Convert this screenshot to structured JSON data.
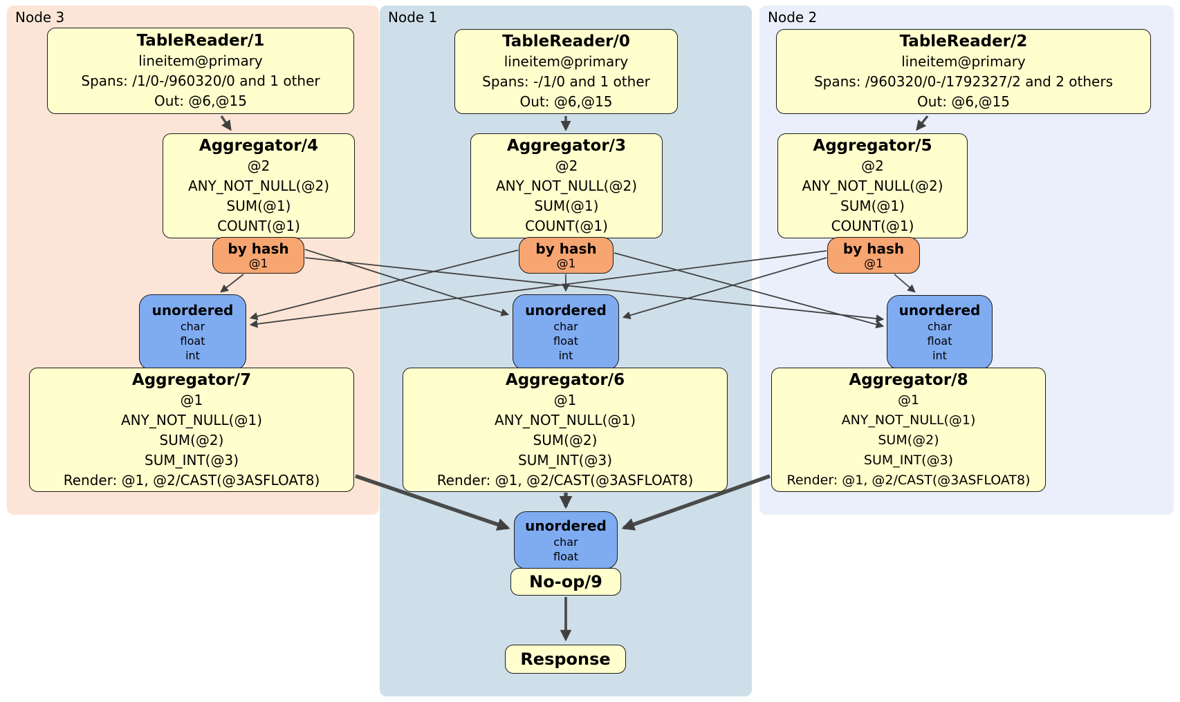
{
  "panels": {
    "node3": {
      "label": "Node 3"
    },
    "node1": {
      "label": "Node 1"
    },
    "node2": {
      "label": "Node 2"
    }
  },
  "boxes": {
    "tableReader1": {
      "title": "TableReader/1",
      "lines": [
        "lineitem@primary",
        "Spans: /1/0-/960320/0 and 1 other",
        "Out: @6,@15"
      ]
    },
    "tableReader0": {
      "title": "TableReader/0",
      "lines": [
        "lineitem@primary",
        "Spans: -/1/0 and 1 other",
        "Out: @6,@15"
      ]
    },
    "tableReader2": {
      "title": "TableReader/2",
      "lines": [
        "lineitem@primary",
        "Spans: /960320/0-/1792327/2 and 2 others",
        "Out: @6,@15"
      ]
    },
    "aggregator4": {
      "title": "Aggregator/4",
      "lines": [
        "@2",
        "ANY_NOT_NULL(@2)",
        "SUM(@1)",
        "COUNT(@1)"
      ]
    },
    "aggregator3": {
      "title": "Aggregator/3",
      "lines": [
        "@2",
        "ANY_NOT_NULL(@2)",
        "SUM(@1)",
        "COUNT(@1)"
      ]
    },
    "aggregator5": {
      "title": "Aggregator/5",
      "lines": [
        "@2",
        "ANY_NOT_NULL(@2)",
        "SUM(@1)",
        "COUNT(@1)"
      ]
    },
    "hashRouter3": {
      "title": "by hash",
      "lines": [
        "@1"
      ]
    },
    "hashRouter1": {
      "title": "by hash",
      "lines": [
        "@1"
      ]
    },
    "hashRouter2": {
      "title": "by hash",
      "lines": [
        "@1"
      ]
    },
    "sync3": {
      "title": "unordered",
      "lines": [
        "char",
        "float",
        "int"
      ]
    },
    "sync1": {
      "title": "unordered",
      "lines": [
        "char",
        "float",
        "int"
      ]
    },
    "sync2": {
      "title": "unordered",
      "lines": [
        "char",
        "float",
        "int"
      ]
    },
    "aggregator7": {
      "title": "Aggregator/7",
      "lines": [
        "@1",
        "ANY_NOT_NULL(@1)",
        "SUM(@2)",
        "SUM_INT(@3)",
        "Render: @1, @2/CAST(@3ASFLOAT8)"
      ]
    },
    "aggregator6": {
      "title": "Aggregator/6",
      "lines": [
        "@1",
        "ANY_NOT_NULL(@1)",
        "SUM(@2)",
        "SUM_INT(@3)",
        "Render: @1, @2/CAST(@3ASFLOAT8)"
      ]
    },
    "aggregator8": {
      "title": "Aggregator/8",
      "lines": [
        "@1",
        "ANY_NOT_NULL(@1)",
        "SUM(@2)",
        "SUM_INT(@3)",
        "Render: @1, @2/CAST(@3ASFLOAT8)"
      ]
    },
    "syncFinal": {
      "title": "unordered",
      "lines": [
        "char",
        "float"
      ]
    },
    "noop": {
      "title": "No-op/9"
    },
    "response": {
      "title": "Response"
    }
  },
  "colors": {
    "node3_bg": "#fce5d6",
    "node1_bg": "#cfdfe9",
    "node2_bg": "#eaeffb",
    "processor_bg": "#ffffcd",
    "router_bg": "#f7a571",
    "sync_bg": "#7fabf1",
    "edge": "#404040",
    "edge_thick": "#4a4a4a",
    "border": "#1a1a1a"
  }
}
